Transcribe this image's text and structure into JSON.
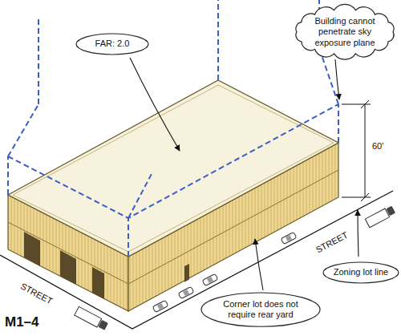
{
  "diagram": {
    "title": "M1–4",
    "nodes": [
      {
        "text": [
          "FAR: 2.0"
        ]
      },
      {
        "text": [
          "Building cannot penetrate sky exposure plane"
        ]
      },
      {
        "text": [
          "Zoning lot line"
        ]
      },
      {
        "text": [
          "Corner lot does not require rear yard"
        ]
      }
    ],
    "labels": [
      "60'",
      "STREET",
      "STREET"
    ]
  }
}
